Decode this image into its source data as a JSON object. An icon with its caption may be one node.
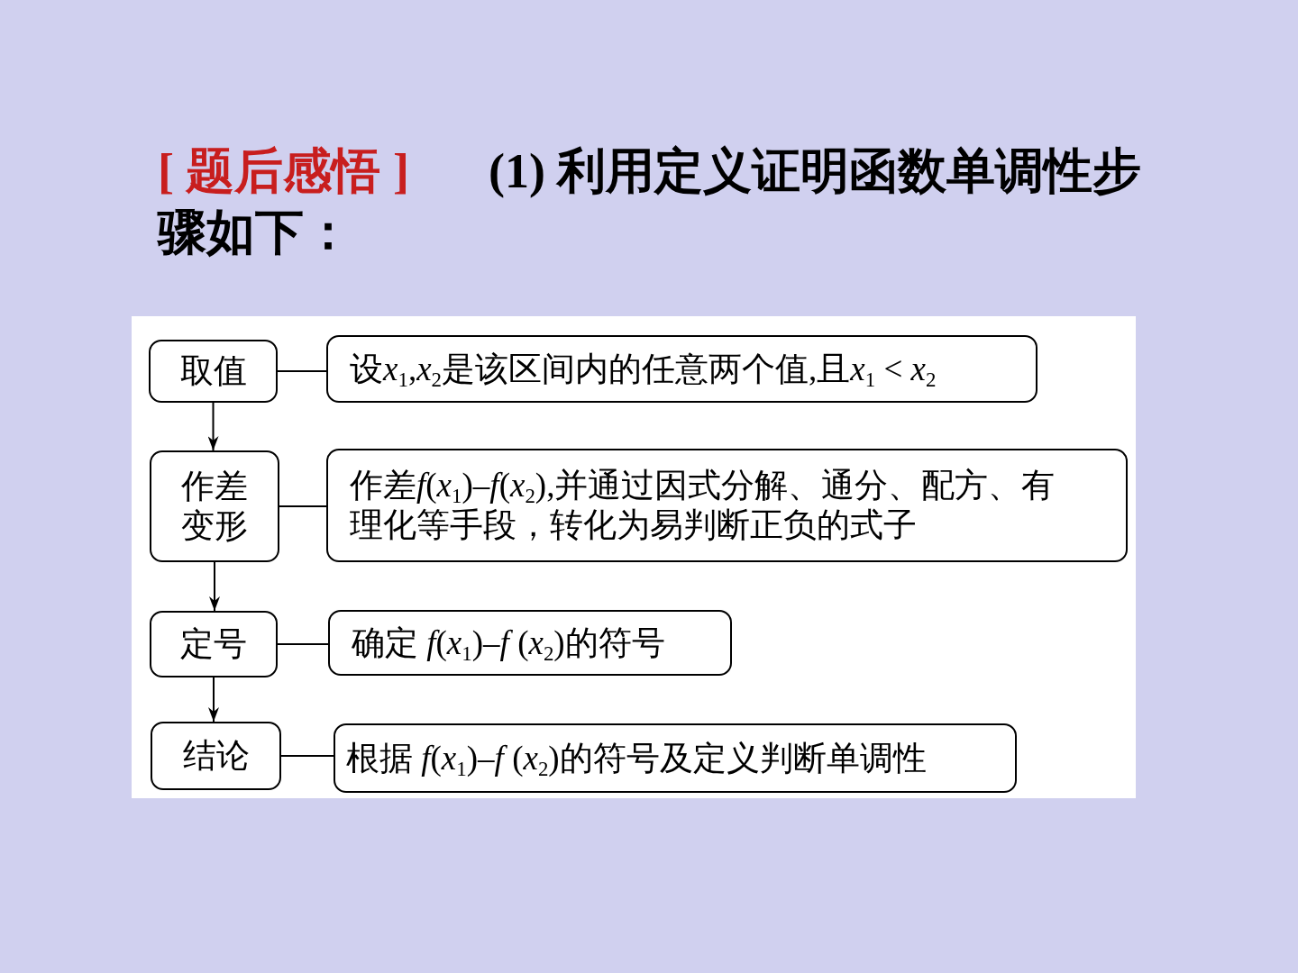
{
  "diagram": {
    "title": "(1) 利用定义证明函数单调性步骤如下：",
    "nodes": [
      {
        "text": [
          "取值"
        ]
      },
      {
        "text": [
          "设x$_{1}$,x$_{2}$是该区间内的任意两个值,且x$_{1}$ < x$_{2}$"
        ]
      },
      {
        "text": [
          "作差变形"
        ]
      },
      {
        "text": [
          "作差f(x$_{1}$)–f(x$_{2}$),并通过因式分解、通分、配方、有理化等手段，转化为易判断正负的式子"
        ]
      },
      {
        "text": [
          "定号"
        ]
      },
      {
        "text": [
          "确定 f(x$_{1}$)–f (x$_{2}$)的符号"
        ]
      },
      {
        "text": [
          "结论"
        ]
      },
      {
        "text": [
          "根据 f(x$_{1}$)–f (x$_{2}$)的符号及定义判断单调性"
        ]
      }
    ],
    "edges": [
      {
        "from": 0,
        "to": 1,
        "arrow": "none"
      },
      {
        "from": 0,
        "to": 2,
        "arrow": "to"
      },
      {
        "from": 2,
        "to": 3,
        "arrow": "none"
      },
      {
        "from": 2,
        "to": 4,
        "arrow": "to"
      },
      {
        "from": 4,
        "to": 5,
        "arrow": "none"
      },
      {
        "from": 4,
        "to": 6,
        "arrow": "to"
      },
      {
        "from": 6,
        "to": 7,
        "arrow": "none"
      }
    ],
    "labels": [
      "[ 题后感悟 ]"
    ]
  }
}
